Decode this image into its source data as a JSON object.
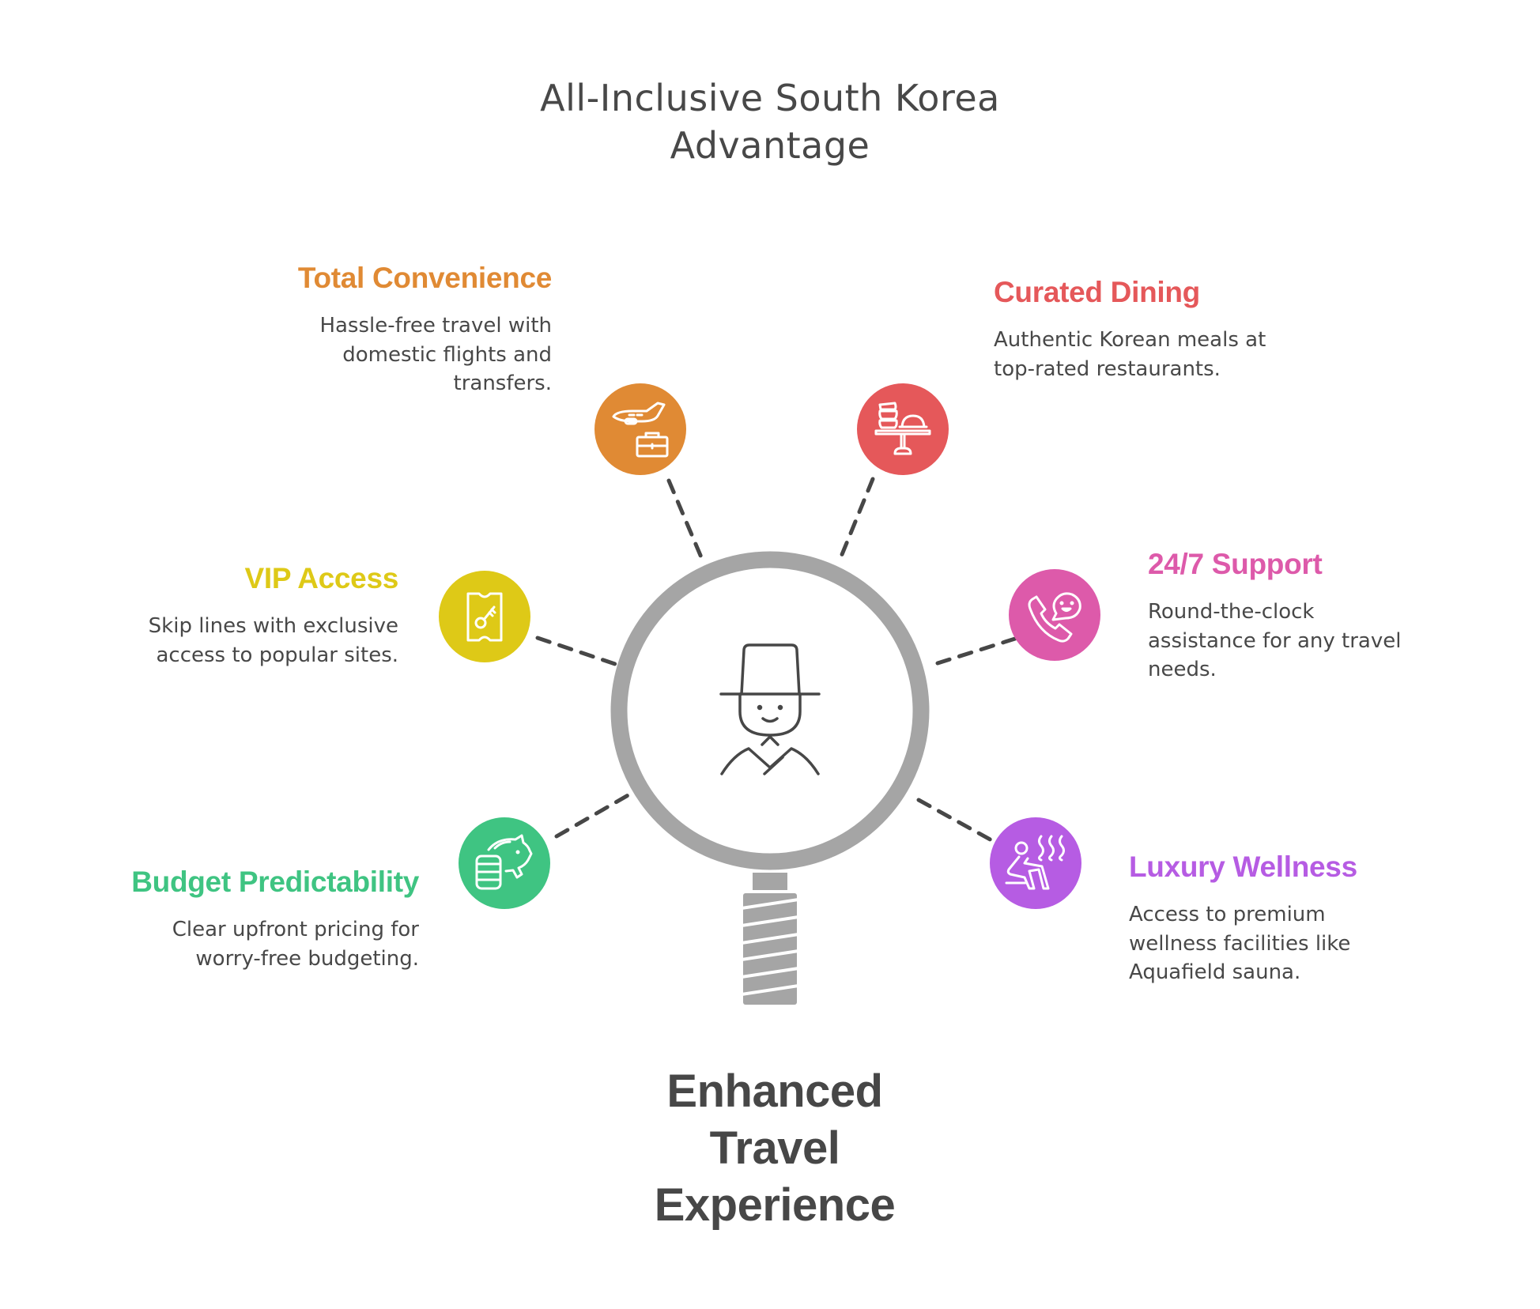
{
  "title": {
    "line1": "All-Inclusive South Korea",
    "line2": "Advantage"
  },
  "center": {
    "icon": "korean-man-with-gat-hat-icon",
    "label_lines": [
      "Enhanced",
      "Travel",
      "Experience"
    ]
  },
  "colors": {
    "total_convenience": "#E08A34",
    "curated_dining": "#E5585A",
    "vip_access": "#DEC917",
    "support": "#DD5AAA",
    "budget": "#3FC482",
    "wellness": "#B65CE3",
    "magnifier": "#A5A5A5",
    "text": "#484848"
  },
  "items": [
    {
      "key": "total_convenience",
      "heading": "Total Convenience",
      "body_lines": [
        "Hassle-free travel with",
        "domestic flights and",
        "transfers."
      ],
      "icon": "airplane-suitcase-icon",
      "side": "left"
    },
    {
      "key": "curated_dining",
      "heading": "Curated Dining",
      "body_lines": [
        "Authentic Korean meals at",
        "top-rated restaurants."
      ],
      "icon": "food-stand-bowls-icon",
      "side": "right"
    },
    {
      "key": "vip_access",
      "heading": "VIP Access",
      "body_lines": [
        "Skip lines with exclusive",
        "access to popular sites."
      ],
      "icon": "ticket-key-icon",
      "side": "left"
    },
    {
      "key": "support",
      "heading": "24/7 Support",
      "body_lines": [
        "Round-the-clock",
        "assistance for any travel",
        "needs."
      ],
      "icon": "phone-chat-smile-icon",
      "side": "right"
    },
    {
      "key": "budget",
      "heading": "Budget Predictability",
      "body_lines": [
        "Clear upfront pricing for",
        "worry-free budgeting."
      ],
      "icon": "piggy-bank-coins-icon",
      "side": "left"
    },
    {
      "key": "wellness",
      "heading": "Luxury Wellness",
      "body_lines": [
        "Access to premium",
        "wellness facilities like",
        "Aquafield sauna."
      ],
      "icon": "sauna-person-steam-icon",
      "side": "right"
    }
  ]
}
